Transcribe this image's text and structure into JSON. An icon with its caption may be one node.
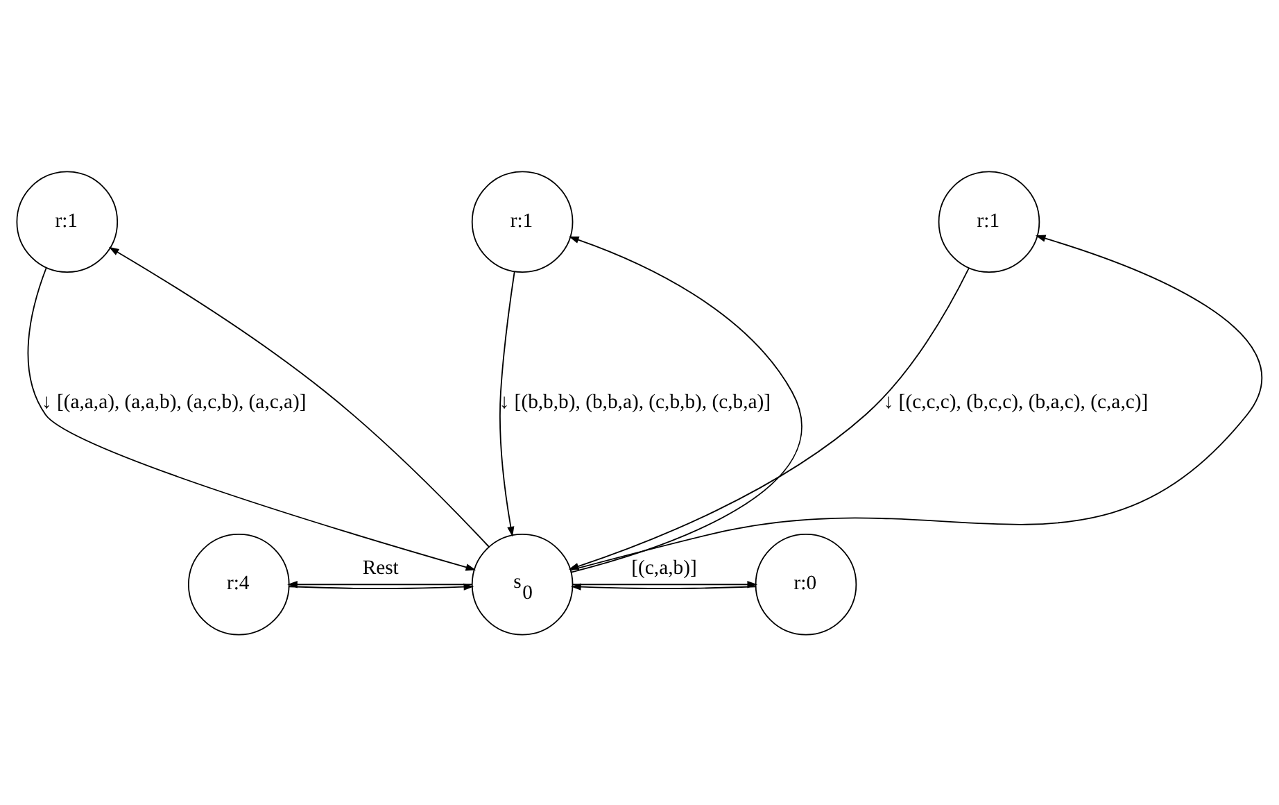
{
  "diagram": {
    "nodes": [
      {
        "text": [
          "r:1"
        ]
      },
      {
        "text": [
          "r:1"
        ]
      },
      {
        "text": [
          "r:1"
        ]
      },
      {
        "text": [
          "r:4"
        ]
      },
      {
        "text": [
          "s$_{0}$"
        ]
      },
      {
        "text": [
          "r:0"
        ]
      }
    ],
    "edges": [
      {
        "from": 4,
        "to": 0,
        "arrow": "to"
      },
      {
        "from": 0,
        "to": 4,
        "arrow": "to",
        "label": "↓ [(a,a,a), (a,a,b), (a,c,b), (a,c,a)]"
      },
      {
        "from": 4,
        "to": 1,
        "arrow": "to"
      },
      {
        "from": 1,
        "to": 4,
        "arrow": "to",
        "label": "↓ [(b,b,b), (b,b,a), (c,b,b), (c,b,a)]"
      },
      {
        "from": 4,
        "to": 2,
        "arrow": "to"
      },
      {
        "from": 2,
        "to": 4,
        "arrow": "to",
        "label": "↓ [(c,c,c), (b,c,c), (b,a,c), (c,a,c)]"
      },
      {
        "from": 3,
        "to": 4,
        "arrow": "to"
      },
      {
        "from": 4,
        "to": 3,
        "arrow": "to",
        "label": "Rest"
      },
      {
        "from": 4,
        "to": 5,
        "arrow": "to",
        "label": "[(c,a,b)]"
      },
      {
        "from": 5,
        "to": 4,
        "arrow": "to"
      }
    ]
  }
}
